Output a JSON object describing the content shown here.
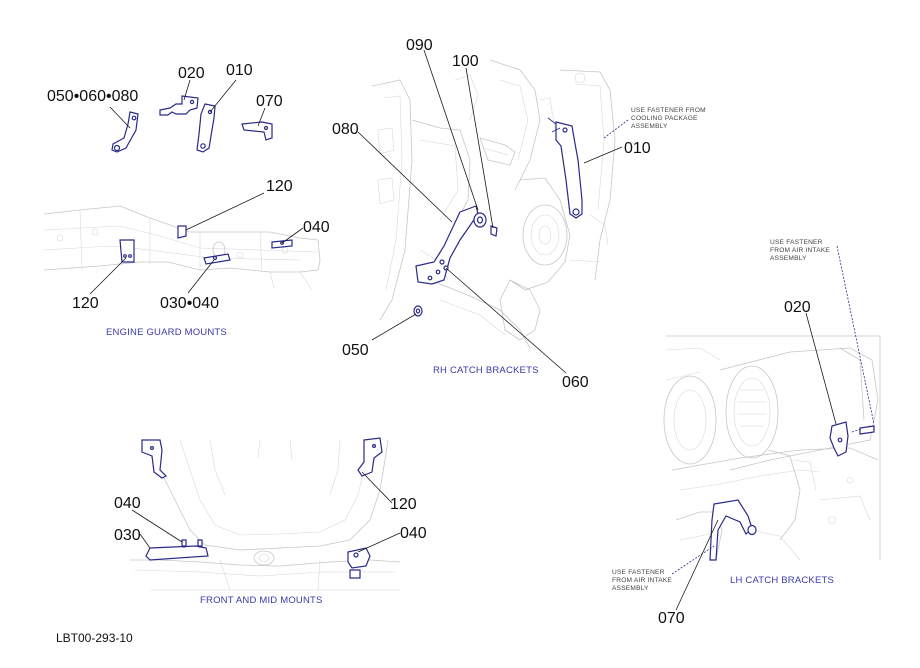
{
  "sections": {
    "engine_guard": "ENGINE GUARD MOUNTS",
    "rh_catch": "RH CATCH BRACKETS",
    "front_mid": "FRONT AND MID MOUNTS",
    "lh_catch": "LH CATCH BRACKETS"
  },
  "callouts": {
    "eg_050_060_080": "050•060•080",
    "eg_020": "020",
    "eg_010": "010",
    "eg_070": "070",
    "eg_120_top": "120",
    "eg_040": "040",
    "eg_120_bottom": "120",
    "eg_030_040": "030•040",
    "rh_090": "090",
    "rh_100": "100",
    "rh_080": "080",
    "rh_010": "010",
    "rh_050": "050",
    "rh_060": "060",
    "lh_020": "020",
    "lh_070": "070",
    "fm_040_left": "040",
    "fm_030": "030",
    "fm_120": "120",
    "fm_040_right": "040"
  },
  "notes": {
    "rh_cooling": [
      "USE FASTENER FROM",
      "COOLING PACKAGE",
      "ASSEMBLY"
    ],
    "lh_air_top": [
      "USE FASTENER",
      "FROM AIR INTAKE",
      "ASSEMBLY"
    ],
    "lh_air_bottom": [
      "USE FASTENER",
      "FROM AIR INTAKE",
      "ASSEMBLY"
    ]
  },
  "drawing_code": "LBT00-293-10",
  "colors": {
    "label_blue": "#3a3aa8",
    "part_outline": "#2a2a8a",
    "background_lines": "#c7c7c7"
  }
}
